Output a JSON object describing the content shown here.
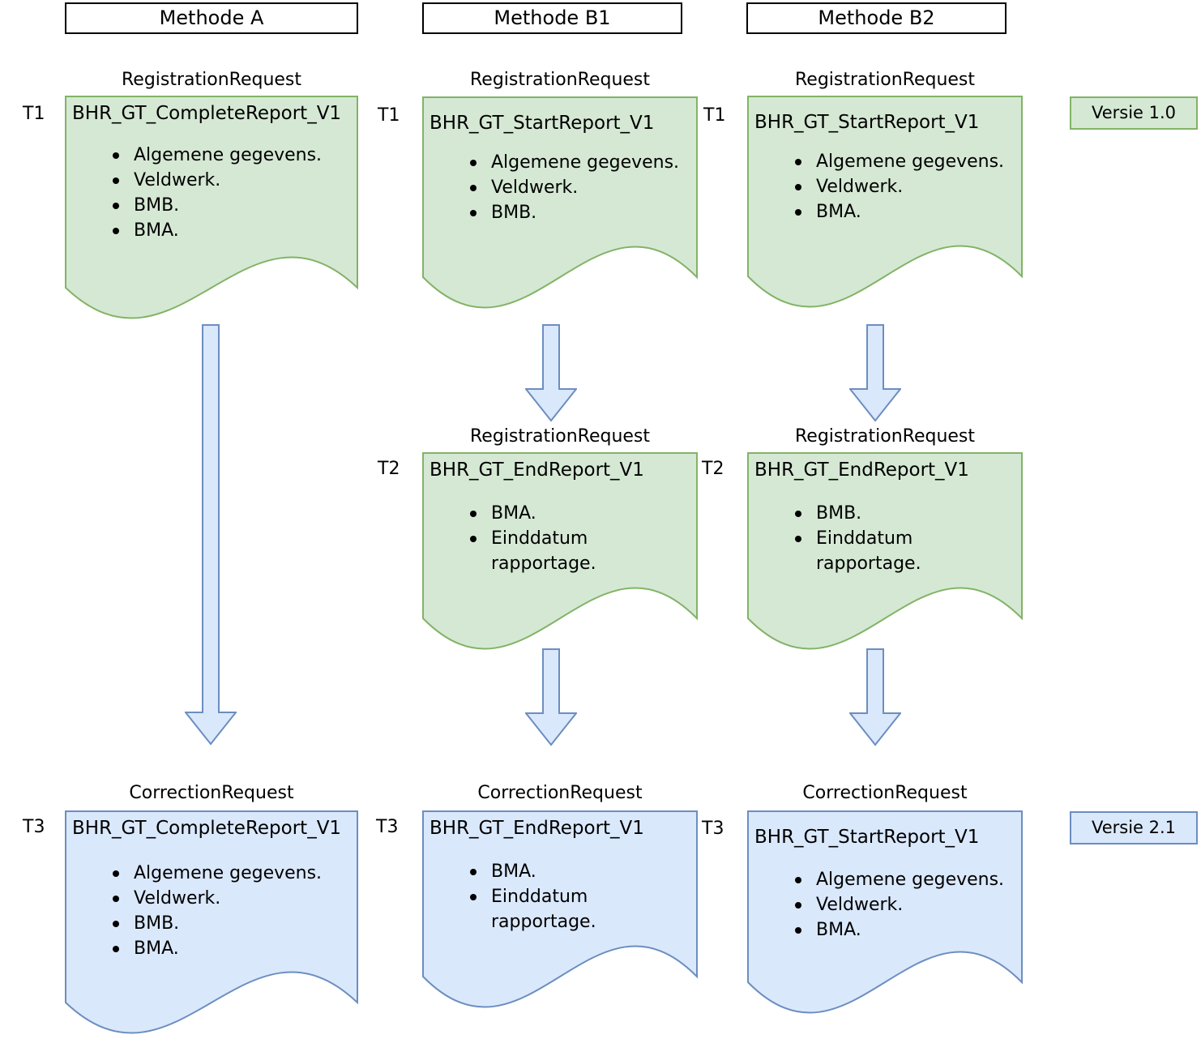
{
  "diagram": {
    "colors": {
      "green_fill": "#d5e8d4",
      "green_stroke": "#82b366",
      "blue_fill": "#dae8fc",
      "blue_stroke": "#6c8ebf",
      "header_border": "#000000",
      "text_color": "#000000"
    },
    "columns": [
      {
        "header": "Methode A",
        "docs": [
          {
            "time": "T1",
            "request": "RegistrationRequest",
            "heading": "BHR_GT_CompleteReport_V1",
            "color": "green",
            "bullets": [
              "Algemene gegevens.",
              "Veldwerk.",
              "BMB.",
              "BMA."
            ]
          },
          {
            "time": "T3",
            "request": "CorrectionRequest",
            "heading": "BHR_GT_CompleteReport_V1",
            "color": "blue",
            "bullets": [
              "Algemene gegevens.",
              "Veldwerk.",
              "BMB.",
              "BMA."
            ]
          }
        ]
      },
      {
        "header": "Methode B1",
        "docs": [
          {
            "time": "T1",
            "request": "RegistrationRequest",
            "heading": "BHR_GT_StartReport_V1",
            "color": "green",
            "bullets": [
              "Algemene gegevens.",
              "Veldwerk.",
              "BMB."
            ]
          },
          {
            "time": "T2",
            "request": "RegistrationRequest",
            "heading": "BHR_GT_EndReport_V1",
            "color": "green",
            "bullets": [
              "BMA.",
              "Einddatum rapportage."
            ]
          },
          {
            "time": "T3",
            "request": "CorrectionRequest",
            "heading": "BHR_GT_EndReport_V1",
            "color": "blue",
            "bullets": [
              "BMA.",
              "Einddatum rapportage."
            ]
          }
        ]
      },
      {
        "header": "Methode B2",
        "docs": [
          {
            "time": "T1",
            "request": "RegistrationRequest",
            "heading": "BHR_GT_StartReport_V1",
            "color": "green",
            "bullets": [
              "Algemene gegevens.",
              "Veldwerk.",
              "BMA."
            ]
          },
          {
            "time": "T2",
            "request": "RegistrationRequest",
            "heading": "BHR_GT_EndReport_V1",
            "color": "green",
            "bullets": [
              "BMB.",
              "Einddatum rapportage."
            ]
          },
          {
            "time": "T3",
            "request": "CorrectionRequest",
            "heading": "BHR_GT_StartReport_V1",
            "color": "blue",
            "bullets": [
              "Algemene gegevens.",
              "Veldwerk.",
              "BMA."
            ]
          }
        ]
      }
    ],
    "arrows": [
      {
        "column": "Methode A",
        "from": "T1",
        "to": "T3"
      },
      {
        "column": "Methode B1",
        "from": "T1",
        "to": "T2"
      },
      {
        "column": "Methode B2",
        "from": "T1",
        "to": "T2"
      },
      {
        "column": "Methode B1",
        "from": "T2",
        "to": "T3"
      },
      {
        "column": "Methode B2",
        "from": "T2",
        "to": "T3"
      }
    ],
    "badges": [
      {
        "label": "Versie 1.0",
        "color": "green"
      },
      {
        "label": "Versie 2.1",
        "color": "blue"
      }
    ]
  }
}
